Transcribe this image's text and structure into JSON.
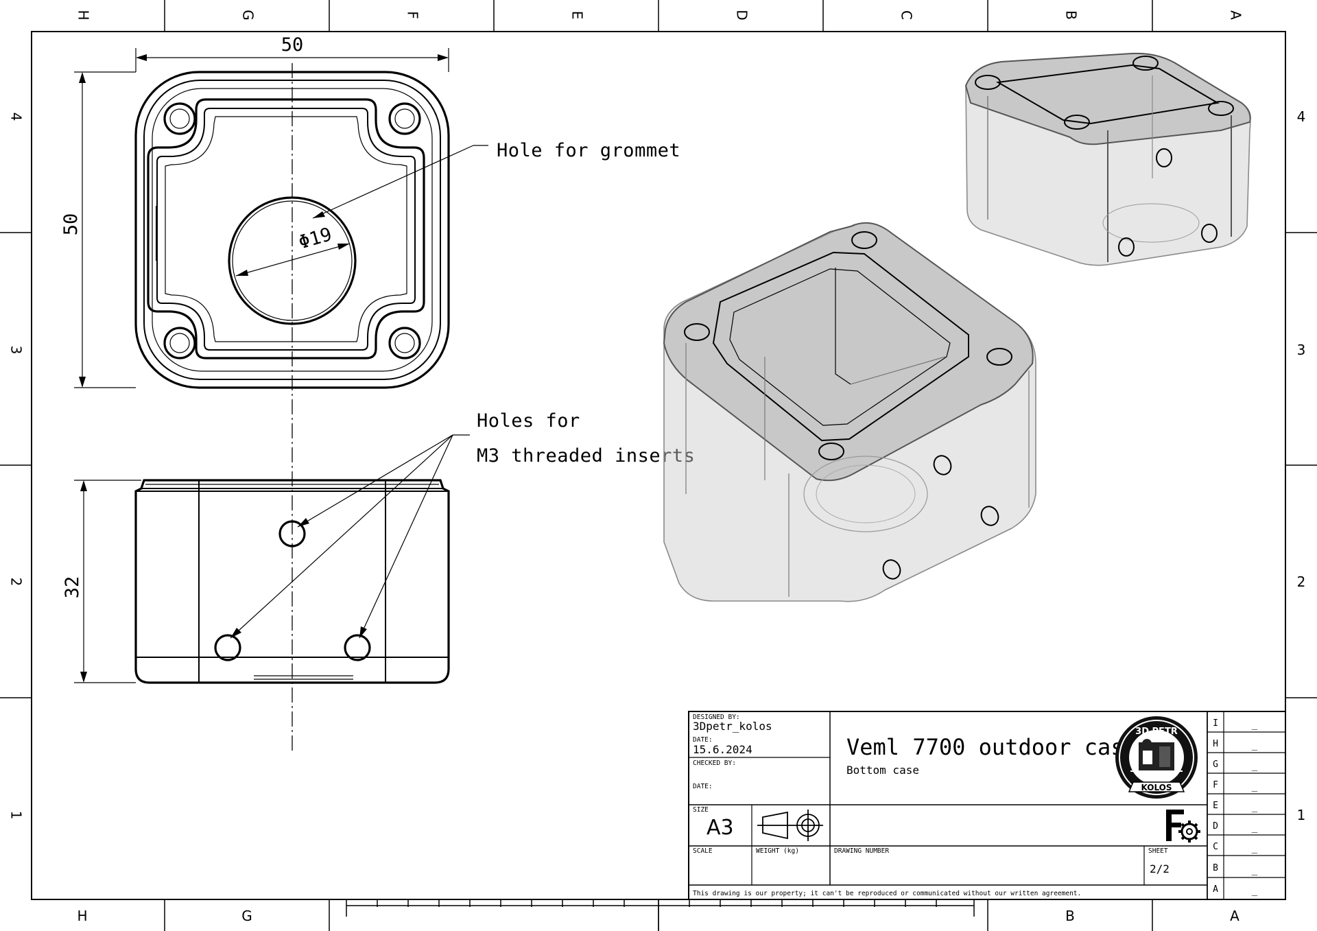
{
  "zones": {
    "columns_top": [
      "H",
      "G",
      "F",
      "E",
      "D",
      "C",
      "B",
      "A"
    ],
    "columns_bottom": [
      "H",
      "G",
      "",
      "",
      "",
      "",
      "B",
      "A"
    ],
    "rows": [
      "4",
      "3",
      "2",
      "1"
    ]
  },
  "dimensions": {
    "top_width": "50",
    "top_height": "50",
    "hole_diameter": "Φ19",
    "side_height": "32"
  },
  "annotations": {
    "grommet_hole": "Hole for grommet",
    "inserts_line1": "Holes for",
    "inserts_line2": "M3 threaded inserts"
  },
  "title_block": {
    "designed_by_label": "DESIGNED BY:",
    "designed_by": "3Dpetr_kolos",
    "date_label": "DATE:",
    "date": "15.6.2024",
    "checked_by_label": "CHECKED BY:",
    "checked_date_label": "DATE:",
    "title": "Veml 7700 outdoor case",
    "subtitle": "Bottom case",
    "size_label": "SIZE",
    "size": "A3",
    "scale_label": "SCALE",
    "weight_label": "WEIGHT (kg)",
    "drawing_number_label": "DRAWING NUMBER",
    "sheet_label": "SHEET",
    "sheet": "2/2",
    "disclaimer": "This drawing is our property; it can't be reproduced or communicated without our written agreement.",
    "logo_text_top": "3D PETR",
    "logo_text_bottom": "KOLOS"
  },
  "revisions": {
    "letters": [
      "I",
      "H",
      "G",
      "F",
      "E",
      "D",
      "C",
      "B",
      "A"
    ],
    "values": [
      "_",
      "_",
      "_",
      "_",
      "_",
      "_",
      "_",
      "_",
      "_"
    ]
  }
}
